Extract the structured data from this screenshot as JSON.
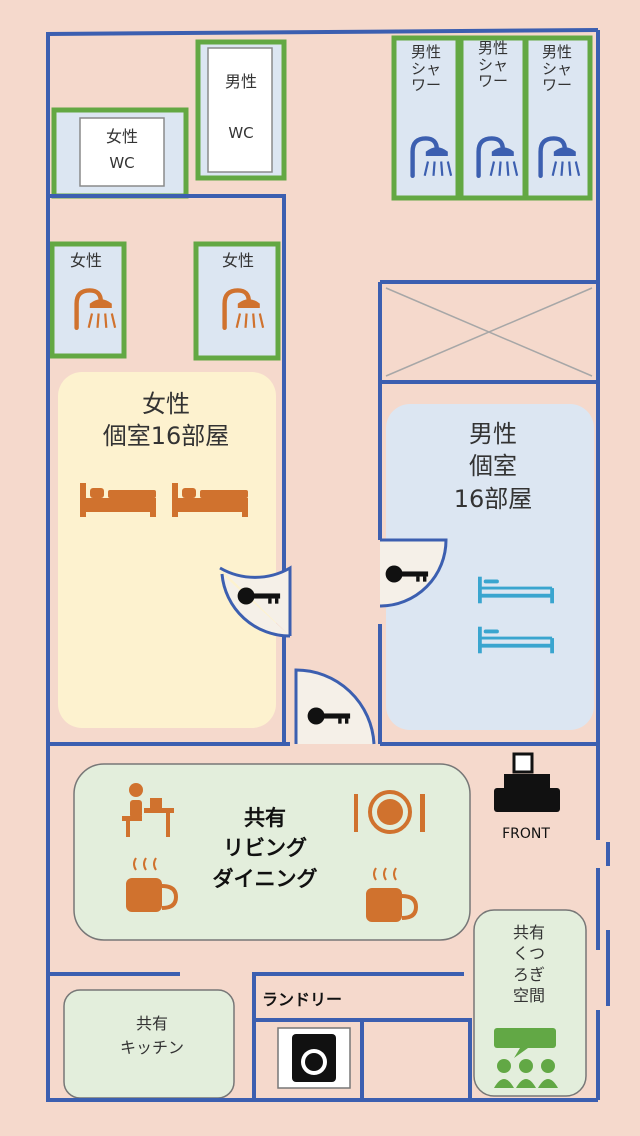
{
  "rooms": {
    "female_wc": {
      "label": "女性",
      "sub": "WC"
    },
    "male_wc": {
      "label": "男性",
      "sub": "WC"
    },
    "male_shower": {
      "label": "男性\nシャ\nワー"
    },
    "female_shower": {
      "label": "女性"
    },
    "female_private": {
      "label": "女性\n個室16部屋"
    },
    "male_private": {
      "label": "男性\n個室\n16部屋"
    },
    "living": {
      "label": "共有\nリビング\nダイニング"
    },
    "front": {
      "label": "FRONT"
    },
    "kitchen": {
      "label": "共有\nキッチン"
    },
    "laundry": {
      "label": "ランドリー"
    },
    "lounge": {
      "label": "共有\nくつ\nろぎ\n空間"
    }
  },
  "colors": {
    "background": "#f5d9cc",
    "wall": "#3c5fb0",
    "wet_room_border": "#63a843",
    "wet_room_fill": "#dce6f2",
    "female_room_fill": "#fdf2cf",
    "male_room_fill": "#dce6f2",
    "common_fill": "#e3eedc",
    "female_icon": "#d0722e",
    "male_icon": "#3aa5cf",
    "key": "#111111"
  },
  "icons": [
    "shower-icon",
    "bed-icon",
    "key-icon",
    "desk-icon",
    "plate-icon",
    "coffee-icon",
    "register-icon",
    "washing-machine-icon",
    "people-icon"
  ]
}
